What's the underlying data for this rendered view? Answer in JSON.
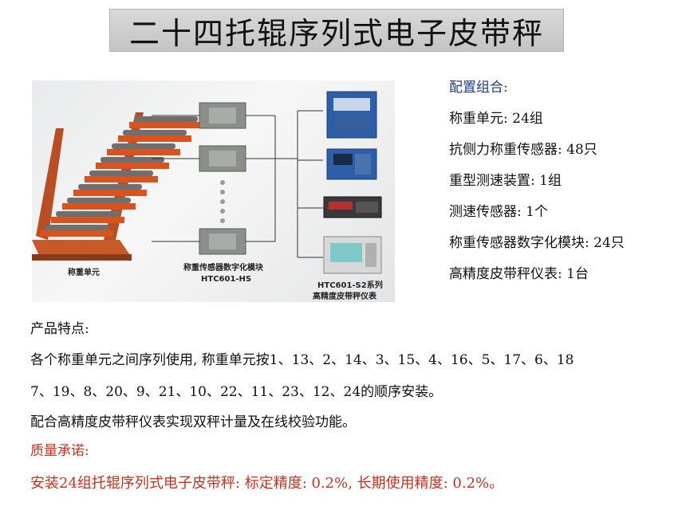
{
  "title": "二十四托辊序列式电子皮带秤",
  "diagram": {
    "weighing_unit_label": "称重单元",
    "module_label": "称重传感器数字化模块",
    "module_model": "HTC601-HS",
    "instrument_model": "HTC601-S2系列",
    "instrument_label": "高精度皮带秤仪表"
  },
  "config": {
    "heading": "配置组合:",
    "items": [
      "称重单元: 24组",
      "抗侧力称重传感器: 48只",
      "重型测速装置: 1组",
      "测速传感器: 1个",
      "称重传感器数字化模块: 24只",
      "高精度皮带秤仪表: 1台"
    ]
  },
  "features": {
    "heading": "产品特点:",
    "line1": "各个称重单元之间序列使用, 称重单元按1、13、2、14、3、15、4、16、5、17、6、18",
    "line2": "7、19、8、20、9、21、10、22、11、23、12、24的顺序安装。",
    "line3": "配合高精度皮带秤仪表实现双秤计量及在线校验功能。"
  },
  "quality": {
    "heading": "质量承诺:",
    "statement": "安装24组托辊序列式电子皮带秤: 标定精度: 0.2%, 长期使用精度: 0.2%。"
  },
  "colors": {
    "heading_blue": "#1a3e8c",
    "quality_red": "#c8321e",
    "roller_orange": "#d9531e",
    "module_gray": "#8a8f8a"
  }
}
